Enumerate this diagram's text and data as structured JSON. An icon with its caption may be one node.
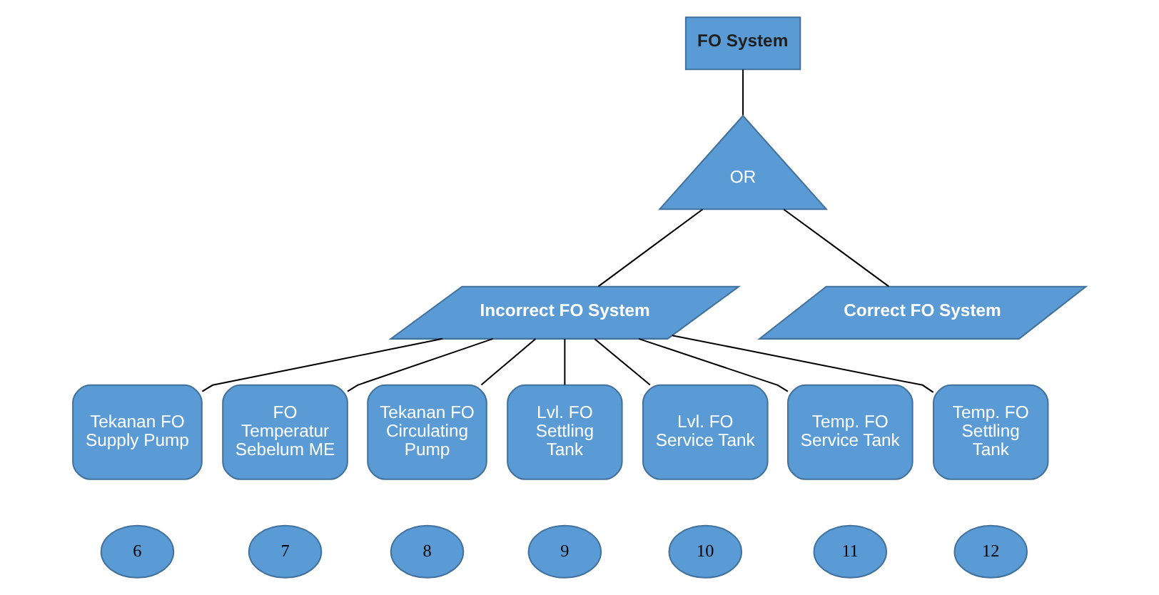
{
  "diagram": {
    "nodes": [
      {
        "text": [
          "FO System"
        ]
      },
      {
        "text": [
          "OR"
        ]
      },
      {
        "text": [
          "Incorrect FO System"
        ]
      },
      {
        "text": [
          "Correct FO System"
        ]
      },
      {
        "text": [
          "Tekanan FO Supply Pump"
        ]
      },
      {
        "text": [
          "FO Temperatur Sebelum ME"
        ]
      },
      {
        "text": [
          "Tekanan FO Circulating Pump"
        ]
      },
      {
        "text": [
          "Lvl. FO Settling Tank"
        ]
      },
      {
        "text": [
          "Lvl. FO Service Tank"
        ]
      },
      {
        "text": [
          "Temp. FO Service Tank"
        ]
      },
      {
        "text": [
          "Temp. FO Settling Tank"
        ]
      },
      {
        "text": [
          "6"
        ]
      },
      {
        "text": [
          "7"
        ]
      },
      {
        "text": [
          "8"
        ]
      },
      {
        "text": [
          "9"
        ]
      },
      {
        "text": [
          "10"
        ]
      },
      {
        "text": [
          "11"
        ]
      },
      {
        "text": [
          "12"
        ]
      }
    ],
    "edges": [
      {
        "from": 0,
        "to": 1,
        "arrow": "none"
      },
      {
        "from": 1,
        "to": 2,
        "arrow": "none"
      },
      {
        "from": 1,
        "to": 3,
        "arrow": "none"
      },
      {
        "from": 2,
        "to": 4,
        "arrow": "none"
      },
      {
        "from": 2,
        "to": 5,
        "arrow": "none"
      },
      {
        "from": 2,
        "to": 6,
        "arrow": "none"
      },
      {
        "from": 2,
        "to": 7,
        "arrow": "none"
      },
      {
        "from": 2,
        "to": 8,
        "arrow": "none"
      },
      {
        "from": 2,
        "to": 9,
        "arrow": "none"
      },
      {
        "from": 2,
        "to": 10,
        "arrow": "none"
      }
    ]
  }
}
